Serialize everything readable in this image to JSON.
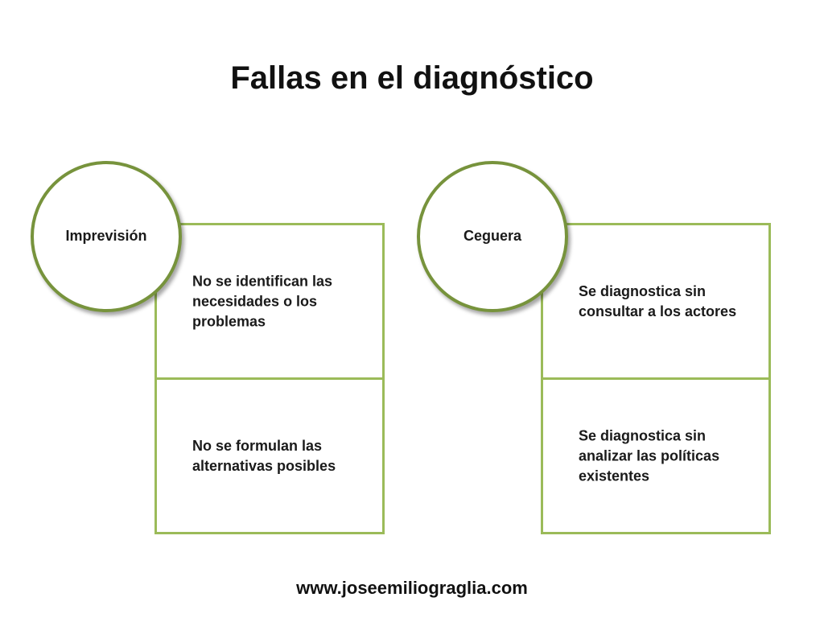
{
  "title": "Fallas en el diagnóstico",
  "groups": [
    {
      "label": "Imprevisión",
      "items": [
        "No se identifican las necesidades o los problemas",
        "No se formulan las alternativas posibles"
      ]
    },
    {
      "label": "Ceguera",
      "items": [
        "Se diagnostica sin consultar a los actores",
        "Se diagnostica sin analizar las políticas existentes"
      ]
    }
  ],
  "footer": "www.joseemiliograglia.com",
  "colors": {
    "box_border": "#9bbb59",
    "circle_border": "#77933c"
  }
}
